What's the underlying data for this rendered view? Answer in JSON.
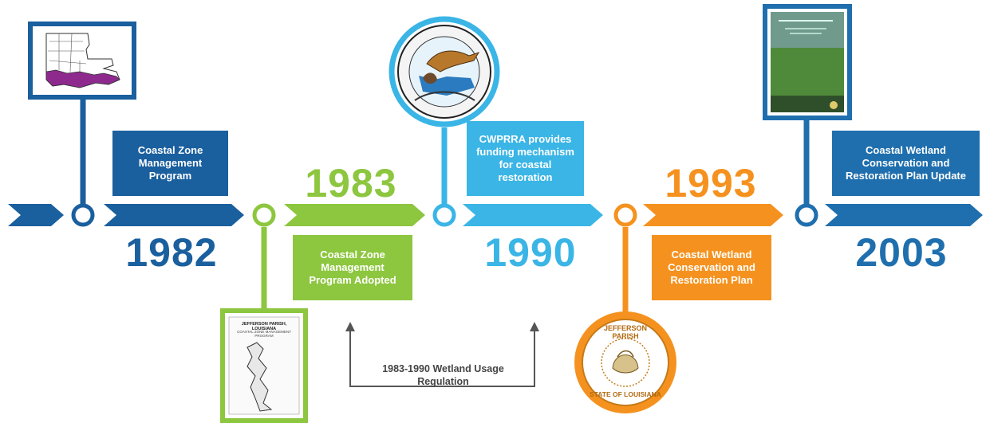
{
  "colors": {
    "blue_dark": "#1a5f9e",
    "green": "#8dc63f",
    "cyan": "#3ab5e6",
    "orange": "#f5921f",
    "blue_mid": "#1f6fae",
    "gray": "#555555"
  },
  "milestones": [
    {
      "year": "1982",
      "text": "Coastal Zone Management Program",
      "image": "louisiana-parish-map"
    },
    {
      "year": "1983",
      "text": "Coastal Zone Management Program Adopted",
      "image": "jefferson-parish-program-document"
    },
    {
      "year": "1990",
      "text": "CWPRRA provides funding mechanism for coastal restoration",
      "image": "cwpprra-seal"
    },
    {
      "year": "1993",
      "text": "Coastal Wetland Conservation and Restoration Plan",
      "image": "jefferson-parish-seal"
    },
    {
      "year": "2003",
      "text": "Coastal Wetland Conservation and Restoration Plan Update",
      "image": "wetland-plan-cover"
    }
  ],
  "regulation": {
    "text": "1983-1990 Wetland Usage Regulation"
  },
  "doc_cover": {
    "title": "JEFFERSON PARISH, LOUISIANA",
    "subtitle": "COASTAL ZONE MANAGEMENT PROGRAM"
  },
  "seal_1993": {
    "top": "JEFFERSON PARISH",
    "bottom": "STATE OF LOUISIANA"
  }
}
